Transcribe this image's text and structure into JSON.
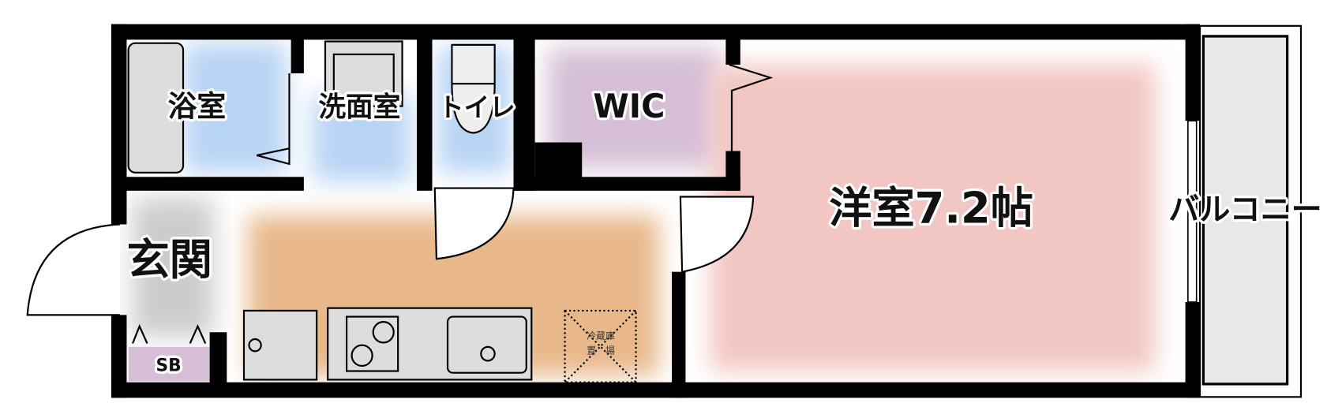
{
  "rooms": {
    "bath": "浴室",
    "washroom": "洗面室",
    "toilet": "トイレ",
    "wic": "WIC",
    "western_room": "洋室7.2帖",
    "balcony": "バルコニー",
    "entrance": "玄関",
    "shoe_box": "SB",
    "fridge_space_line1": "冷蔵庫",
    "fridge_space_line2": "置　場"
  },
  "colors": {
    "wet_area": "#b8d4f4",
    "wic": "#d6bfd6",
    "kitchen": "#e8b88a",
    "western_room": "#f2c6c2",
    "entrance": "#cccccc",
    "balcony": "#e8e8e8",
    "wall": "#000000"
  }
}
